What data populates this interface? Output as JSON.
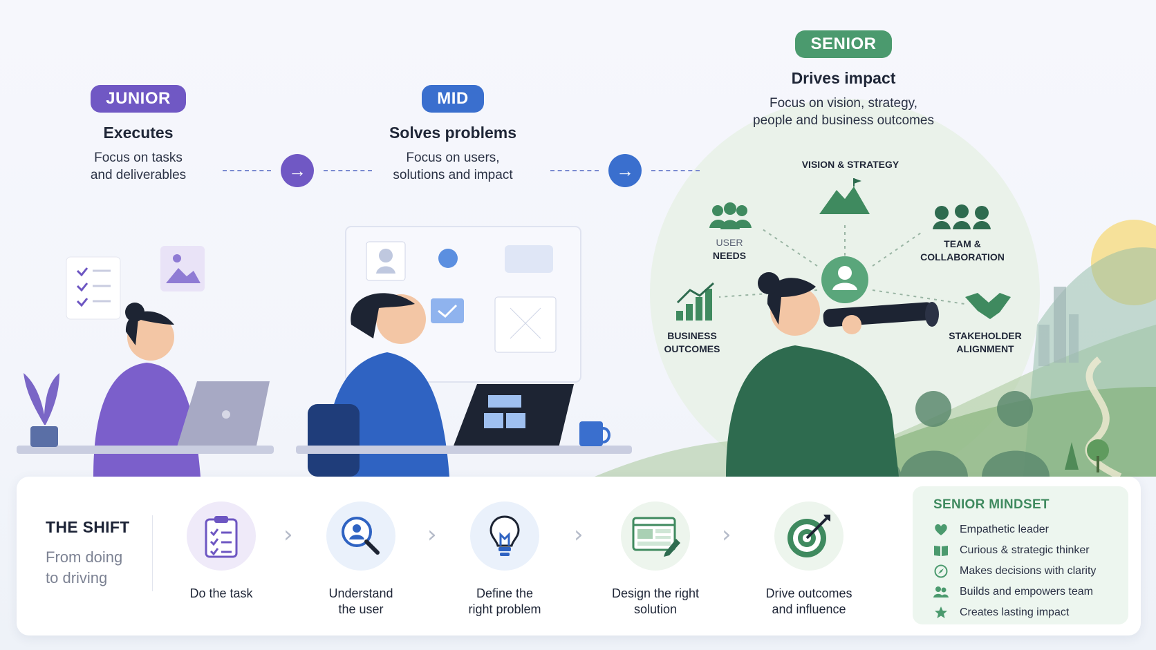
{
  "levels": {
    "junior": {
      "badge": "JUNIOR",
      "title": "Executes",
      "desc_line1": "Focus on tasks",
      "desc_line2": "and deliverables"
    },
    "mid": {
      "badge": "MID",
      "title": "Solves problems",
      "desc_line1": "Focus on users,",
      "desc_line2": "solutions and impact"
    },
    "senior": {
      "badge": "SENIOR",
      "title": "Drives impact",
      "desc_line1": "Focus on vision, strategy,",
      "desc_line2": "people and business outcomes"
    }
  },
  "senior_circle": {
    "vision": "VISION & STRATEGY",
    "user_needs_line1": "USER",
    "user_needs_line2": "NEEDS",
    "team_line1": "TEAM &",
    "team_line2": "COLLABORATION",
    "business_line1": "BUSINESS",
    "business_line2": "OUTCOMES",
    "stakeholder_line1": "STAKEHOLDER",
    "stakeholder_line2": "ALIGNMENT"
  },
  "shift": {
    "title": "THE SHIFT",
    "subtitle_line1": "From doing",
    "subtitle_line2": "to driving",
    "steps": [
      {
        "line1": "Do the task",
        "line2": "",
        "icon": "clipboard-checklist-icon"
      },
      {
        "line1": "Understand",
        "line2": "the user",
        "icon": "magnifier-user-icon"
      },
      {
        "line1": "Define the",
        "line2": "right problem",
        "icon": "lightbulb-icon"
      },
      {
        "line1": "Design the right",
        "line2": "solution",
        "icon": "design-window-icon"
      },
      {
        "line1": "Drive outcomes",
        "line2": "and influence",
        "icon": "target-icon"
      }
    ]
  },
  "mindset": {
    "title": "SENIOR MINDSET",
    "items": [
      {
        "label": "Empathetic leader",
        "icon": "heart-icon"
      },
      {
        "label": "Curious & strategic thinker",
        "icon": "book-icon"
      },
      {
        "label": "Makes decisions with clarity",
        "icon": "compass-icon"
      },
      {
        "label": "Builds and empowers team",
        "icon": "team-icon"
      },
      {
        "label": "Creates lasting impact",
        "icon": "star-icon"
      }
    ]
  },
  "colors": {
    "junior": "#7058c4",
    "mid": "#3a6fce",
    "senior": "#4b9a6e",
    "senior_dark": "#2e6b4f"
  }
}
